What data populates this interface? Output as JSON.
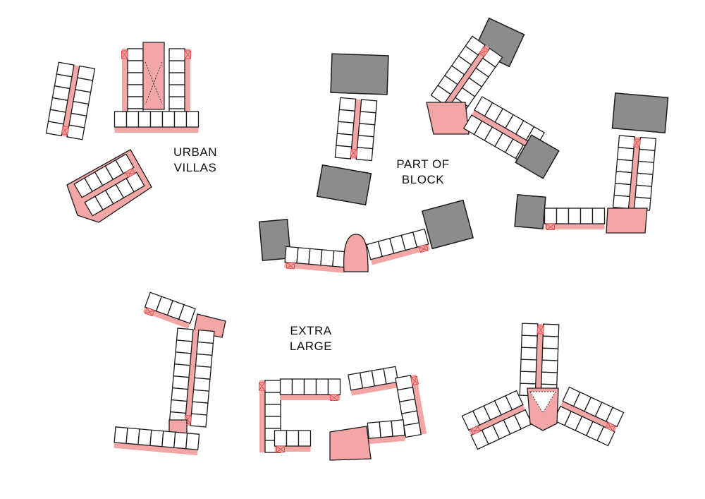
{
  "labels": {
    "urban_villas": [
      "URBAN",
      "VILLAS"
    ],
    "part_of_block": [
      "PART OF",
      "BLOCK"
    ],
    "extra_large": [
      "EXTRA",
      "LARGE"
    ]
  },
  "colors": {
    "corridor": "#f2a7a6",
    "core": "#8c8c8c",
    "unit": "#ffffff",
    "stroke": "#1a1a1a",
    "stair_mark": "#e05050"
  }
}
